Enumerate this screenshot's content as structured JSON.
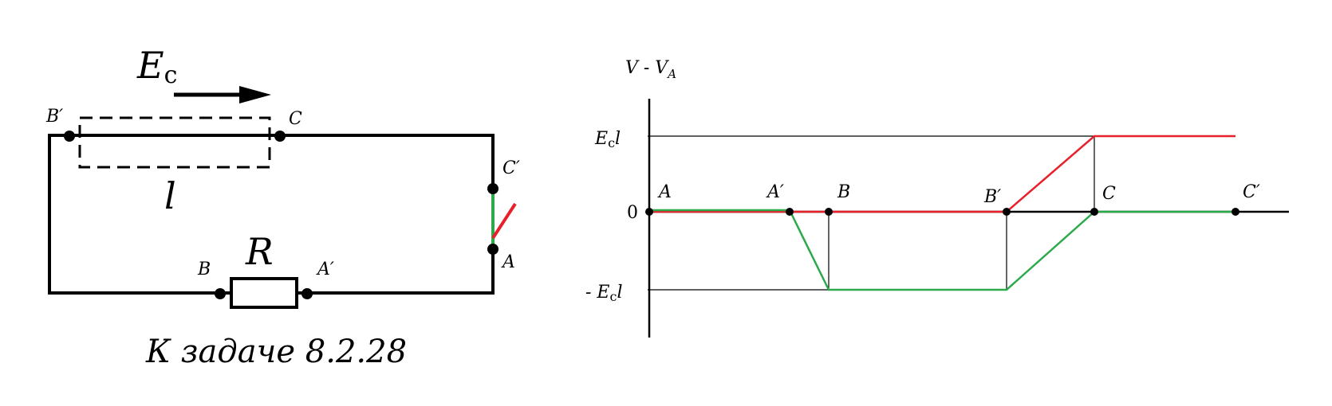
{
  "circuit": {
    "emf_symbol": "E",
    "emf_subscript": "c",
    "length_symbol": "l",
    "resistor_symbol": "R",
    "points": {
      "b_prime": "B′",
      "c": "C",
      "c_prime": "C′",
      "a": "A",
      "a_prime": "A′",
      "b": "B"
    },
    "caption": "К задаче 8.2.28"
  },
  "graph": {
    "y_axis_label_main": "V - V",
    "y_axis_label_sub": "A",
    "y_ticks": {
      "top_main": "E",
      "top_sub": "c",
      "top_tail": "l",
      "zero": "0",
      "bottom_main": "- E",
      "bottom_sub": "c",
      "bottom_tail": "l"
    },
    "point_labels": [
      "A",
      "A′",
      "B",
      "B′",
      "C",
      "C′"
    ],
    "colors": {
      "red": "#e8202a",
      "green": "#2ca94a",
      "black": "#000000"
    }
  }
}
